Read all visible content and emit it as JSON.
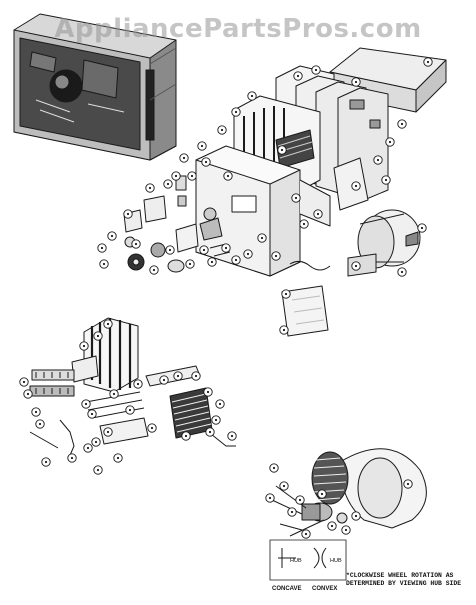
{
  "watermark": "AppliancePartsPros.com",
  "rotation_note": {
    "line1": "*CLOCKWISE WHEEL ROTATION AS",
    "line2": "DETERMINED BY VIEWING HUB SIDE"
  },
  "hub_diagram": {
    "left_label": "HUB",
    "right_label": "HUB",
    "left_caption": "CONCAVE",
    "right_caption": "CONVEX"
  },
  "colors": {
    "ink": "#1a1a1a",
    "paper": "#ffffff",
    "watermark": "#969696"
  }
}
